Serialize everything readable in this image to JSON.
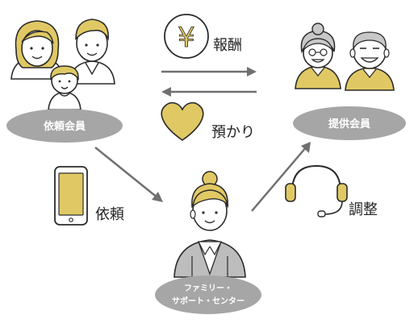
{
  "colors": {
    "accent_yellow": "#E0C964",
    "pill_gray": "#A6A6A6",
    "arrow_gray": "#707070",
    "line_dark": "#2B2B2B",
    "skin": "#FFFFFF"
  },
  "nodes": {
    "requesting_member": {
      "label": "依頼会員"
    },
    "providing_member": {
      "label": "提供会員"
    },
    "center": {
      "label_line1": "ファミリー・",
      "label_line2": "サポート・センター"
    }
  },
  "flows": {
    "reward": {
      "label": "報酬",
      "icon": "yen-coin-icon"
    },
    "care": {
      "label": "預かり",
      "icon": "heart-icon"
    },
    "request": {
      "label": "依頼",
      "icon": "smartphone-icon"
    },
    "coordination": {
      "label": "調整",
      "icon": "headset-icon"
    }
  },
  "symbols": {
    "yen": "¥"
  }
}
